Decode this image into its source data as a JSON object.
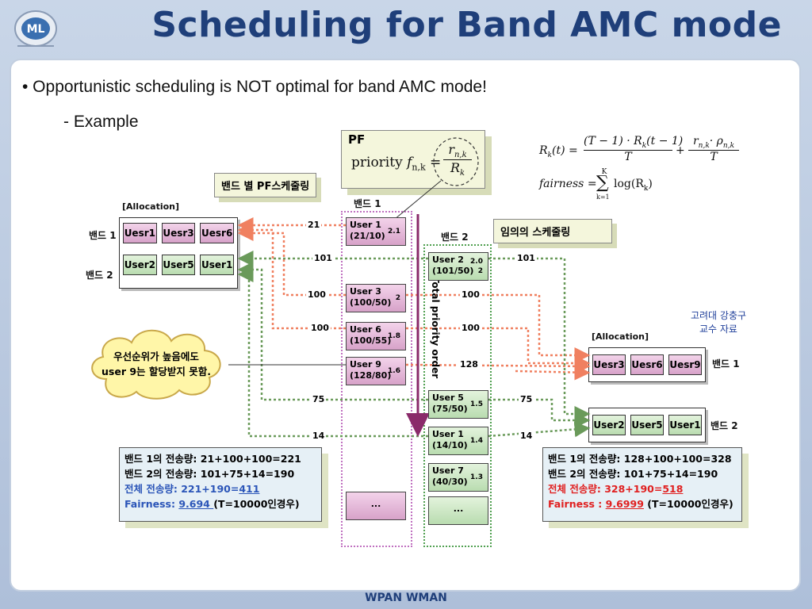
{
  "slide": {
    "title": "Scheduling for Band AMC mode",
    "footer": "WPAN WMAN",
    "bullet": "• Opportunistic scheduling is NOT optimal for band AMC mode!",
    "sub": "- Example"
  },
  "pf_box": {
    "label": "PF",
    "priority_text": "priority",
    "f_sub": "f",
    "idx": "n,k",
    "num": "r",
    "den": "R",
    "den_idx": "k"
  },
  "formula": {
    "r_lhs": "R",
    "r_lhs_idx": "k",
    "r_arg": "(t) =",
    "num1": "(T − 1) · R",
    "num1_idx": "k",
    "num1_end": "(t − 1)",
    "den1": "T",
    "plus": "+",
    "num2": "r",
    "num2_idx": "n,k",
    "num2_mid": "· ρ",
    "num2_idx2": "n,k",
    "den2": "T",
    "fair_lhs": "fairness =",
    "sum": "∑",
    "sum_top": "K",
    "sum_bot": "k=1",
    "fair_rhs": "log(R",
    "fair_rhs_idx": "k",
    "fair_rhs_end": ")"
  },
  "labels": {
    "band_pf": "밴드 별 PF스케줄링",
    "random": "임의의 스케줄링",
    "band1_col": "밴드 1",
    "band2_col": "밴드 2",
    "alloc_left": "[Allocation]",
    "alloc_right": "[Allocation]",
    "row_band1": "밴드 1",
    "row_band2": "밴드 2",
    "right_band1": "밴드 1",
    "right_band2": "밴드 2",
    "priority_order": "Total priority order",
    "credit_1": "고려대 강충구",
    "credit_2": "교수 자료",
    "cloud_1": "우선순위가 높음에도",
    "cloud_2": "user 9는 할당받지 못함."
  },
  "left_alloc": {
    "band1": [
      "Uesr1",
      "Uesr3",
      "Uesr6"
    ],
    "band2": [
      "User2",
      "User5",
      "User1"
    ]
  },
  "right_alloc": {
    "band1": [
      "Uesr3",
      "Uesr6",
      "Uesr9"
    ],
    "band2": [
      "User2",
      "User5",
      "User1"
    ]
  },
  "band1_users": [
    {
      "name": "User 1",
      "ratio": "(21/10)",
      "p": "2.1"
    },
    {
      "name": "User 3",
      "ratio": "(100/50)",
      "p": "2"
    },
    {
      "name": "User 6",
      "ratio": "(100/55)",
      "p": "1.8"
    },
    {
      "name": "User 9",
      "ratio": "(128/80)",
      "p": "1.6"
    },
    {
      "name": "...",
      "ratio": "",
      "p": ""
    }
  ],
  "band2_users": [
    {
      "name": "User 2",
      "ratio": "(101/50)",
      "p": "2.0",
      "p2": "2"
    },
    {
      "name": "User 5",
      "ratio": "(75/50)",
      "p": "1.5"
    },
    {
      "name": "User 1",
      "ratio": "(14/10)",
      "p": "1.4"
    },
    {
      "name": "User 7",
      "ratio": "(40/30)",
      "p": "1.3"
    },
    {
      "name": "...",
      "ratio": "",
      "p": ""
    }
  ],
  "rates": {
    "left": [
      "21",
      "101",
      "100",
      "100",
      "75",
      "14"
    ],
    "right": [
      "101",
      "100",
      "100",
      "128",
      "75",
      "14"
    ]
  },
  "summary_left": {
    "l1": "밴드 1의 전송량: 21+100+100=221",
    "l2": "밴드 2의 전송량: 101+75+14=190",
    "l3a": "전체 전송량: 221+190=",
    "l3b": "411",
    "l4a": "Fairness: ",
    "l4b": "9.694 ",
    "l4c": "(T=10000인경우)"
  },
  "summary_right": {
    "l1": "밴드 1의 전송량: 128+100+100=328",
    "l2": "밴드 2의 전송량: 101+75+14=190",
    "l3a": "전체 전송량: 328+190=",
    "l3b": "518",
    "l4a": "Fairness : ",
    "l4b": "9.6999",
    "l4c": " (T=10000인경우)"
  },
  "colors": {
    "title": "#1f3f7a",
    "pink_arrow": "#f08060",
    "green_arrow": "#6a9a5a",
    "blue_text": "#2b55b8",
    "red_text": "#e02020"
  }
}
